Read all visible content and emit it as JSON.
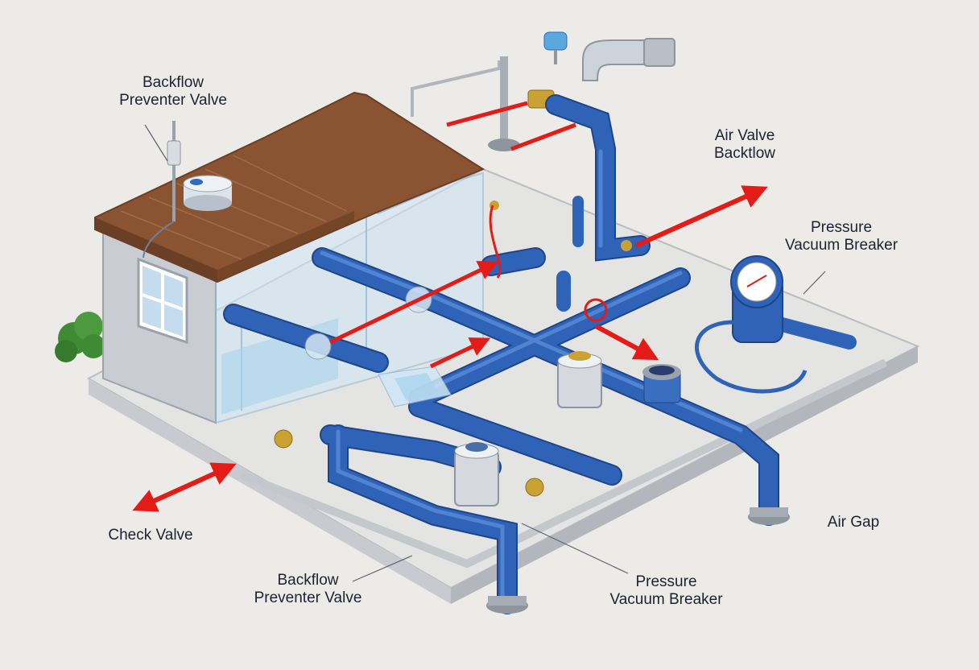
{
  "labels": {
    "top_left": {
      "line1": "Backflow",
      "line2": "Preventer Valve"
    },
    "top_right": {
      "line1": "Air Valve",
      "line2": "Backtlow"
    },
    "right": {
      "line1": "Pressure",
      "line2": "Vacuum Breaker"
    },
    "left_bottom": {
      "line1": "Check Valve"
    },
    "air_gap": {
      "line1": "Air Gap"
    },
    "bottom_center": {
      "line1": "Backflow",
      "line2": "Preventer Valve"
    },
    "bottom_right": {
      "line1": "Pressure",
      "line2": "Vacuum Breaker"
    }
  },
  "colors": {
    "background": "#ecebe8",
    "pipe": "#2f63b8",
    "pipe_dark": "#1e4589",
    "arrow": "#e41b17",
    "roof": "#8a5433",
    "house_wall": "#c9ccd3",
    "water": "#a9d4ee",
    "brass": "#c9a233"
  }
}
